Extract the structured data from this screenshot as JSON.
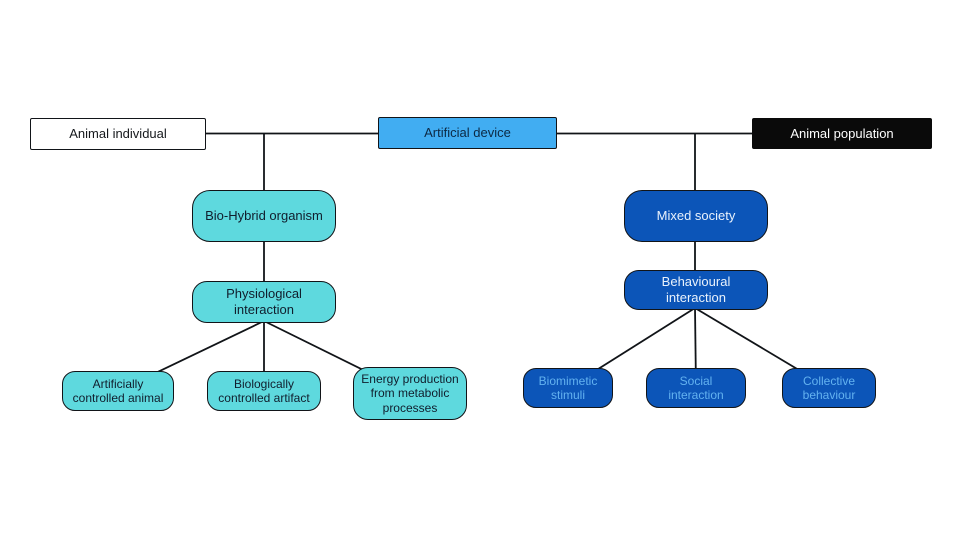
{
  "diagram": {
    "colors": {
      "background": "#ffffff",
      "line": "#111418",
      "white": "#ffffff",
      "black": "#0a0a0a",
      "light_blue": "#41adf2",
      "cyan": "#5ed9de",
      "dark_blue": "#0c55b8",
      "dark_text": "#15181c",
      "navy_text": "#0c2944",
      "cyan_text": "#101e2d",
      "navy_box_light_text": "#e9f2fc",
      "navy_box_blue_text": "#63b2f0"
    },
    "nodes": {
      "animal_individual": {
        "label": "Animal individual",
        "style": "white-rect"
      },
      "artificial_device": {
        "label": "Artificial device",
        "style": "light-blue-rect"
      },
      "animal_population": {
        "label": "Animal population",
        "style": "black-rect"
      },
      "bio_hybrid_organism": {
        "label": "Bio-Hybrid organism",
        "style": "cyan-rounded"
      },
      "physiological_interaction": {
        "label": "Physiological interaction",
        "style": "cyan-rounded"
      },
      "artificially_controlled_animal": {
        "label": "Artificially controlled animal",
        "style": "cyan-rounded"
      },
      "biologically_controlled_artifact": {
        "label": "Biologically controlled artifact",
        "style": "cyan-rounded"
      },
      "energy_production": {
        "label": "Energy production from metabolic processes",
        "style": "cyan-rounded"
      },
      "mixed_society": {
        "label": "Mixed society",
        "style": "dark-blue-rounded"
      },
      "behavioural_interaction": {
        "label": "Behavioural interaction",
        "style": "dark-blue-rounded"
      },
      "biomimetic_stimuli": {
        "label": "Biomimetic stimuli",
        "style": "dark-blue-rounded"
      },
      "social_interaction": {
        "label": "Social interaction",
        "style": "dark-blue-rounded"
      },
      "collective_behaviour": {
        "label": "Collective behaviour",
        "style": "dark-blue-rounded"
      }
    },
    "edges": [
      {
        "from": "animal_individual",
        "to": "artificial_device"
      },
      {
        "from": "artificial_device",
        "to": "animal_population"
      },
      {
        "from": "animal_individual_artificial_device_junction",
        "to": "bio_hybrid_organism"
      },
      {
        "from": "bio_hybrid_organism",
        "to": "physiological_interaction"
      },
      {
        "from": "physiological_interaction",
        "to": "artificially_controlled_animal"
      },
      {
        "from": "physiological_interaction",
        "to": "biologically_controlled_artifact"
      },
      {
        "from": "physiological_interaction",
        "to": "energy_production"
      },
      {
        "from": "artificial_device_animal_population_junction",
        "to": "mixed_society"
      },
      {
        "from": "mixed_society",
        "to": "behavioural_interaction"
      },
      {
        "from": "behavioural_interaction",
        "to": "biomimetic_stimuli"
      },
      {
        "from": "behavioural_interaction",
        "to": "social_interaction"
      },
      {
        "from": "behavioural_interaction",
        "to": "collective_behaviour"
      }
    ]
  }
}
